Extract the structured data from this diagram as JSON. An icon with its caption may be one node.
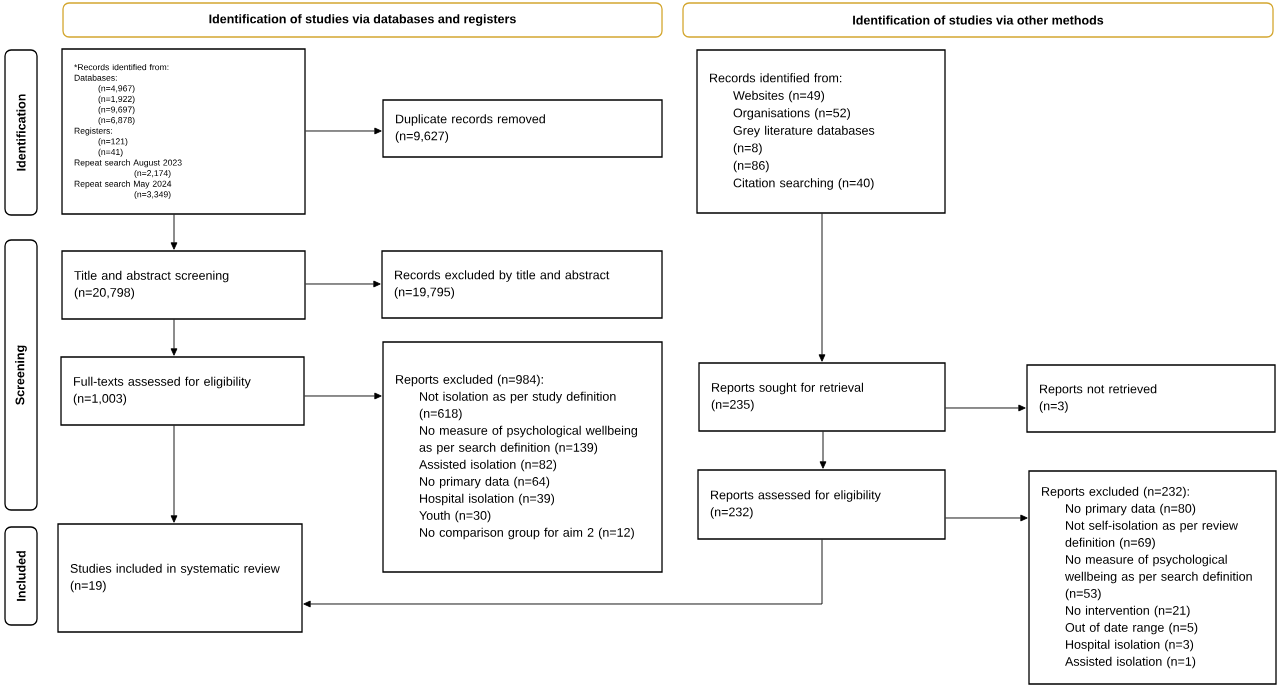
{
  "diagram": {
    "nodes": [
      {
        "text": [
          "Identification of studies via databases and registers"
        ]
      },
      {
        "text": [
          "Identification of studies via other methods"
        ]
      },
      {
        "text": [
          "Identification"
        ]
      },
      {
        "text": [
          "Screening"
        ]
      },
      {
        "text": [
          "Included"
        ]
      },
      {
        "text": [
          "*Records identified from:",
          "Databases:",
          "(n=4,967)",
          "(n=1,922)",
          "(n=9,697)",
          "(n=6,878)",
          "Registers:",
          "(n=121)",
          "(n=41)",
          "Repeat search August 2023",
          "(n=2,174)",
          "Repeat search May 2024",
          "(n=3,349)"
        ]
      },
      {
        "text": [
          "Duplicate records removed",
          "(n=9,627)"
        ]
      },
      {
        "text": [
          "Records identified from:",
          "Websites (n=49)",
          "Organisations (n=52)",
          "Grey literature databases",
          "(n=8)",
          "(n=86)",
          "Citation searching (n=40)"
        ]
      },
      {
        "text": [
          "Title and abstract screening",
          "(n=20,798)"
        ]
      },
      {
        "text": [
          "Records excluded by title and abstract",
          "(n=19,795)"
        ]
      },
      {
        "text": [
          "Full-texts assessed for eligibility",
          "(n=1,003)"
        ]
      },
      {
        "text": [
          "Reports excluded (n=984):",
          "Not isolation as per study definition (n=618)",
          "No measure of psychological wellbeing as per search definition (n=139)",
          "Assisted isolation (n=82)",
          "No primary data (n=64)",
          "Hospital isolation (n=39)",
          "Youth (n=30)",
          "No comparison group for aim 2 (n=12)"
        ]
      },
      {
        "text": [
          "Reports sought for retrieval",
          "(n=235)"
        ]
      },
      {
        "text": [
          "Reports not retrieved",
          "(n=3)"
        ]
      },
      {
        "text": [
          "Studies included in systematic review",
          "(n=19)"
        ]
      },
      {
        "text": [
          "Reports assessed for eligibility",
          "(n=232)"
        ]
      },
      {
        "text": [
          "Reports excluded (n=232):",
          "No primary data (n=80)",
          "Not self-isolation as per review definition (n=69)",
          "No measure of psychological wellbeing as per search definition (n=53)",
          "No intervention (n=21)",
          "Out of date range (n=5)",
          "Hospital isolation (n=3)",
          "Assisted isolation (n=1)"
        ]
      }
    ],
    "edges": [
      {
        "from": 5,
        "to": 6,
        "arrow": "to"
      },
      {
        "from": 5,
        "to": 8,
        "arrow": "to"
      },
      {
        "from": 8,
        "to": 9,
        "arrow": "to"
      },
      {
        "from": 8,
        "to": 10,
        "arrow": "to"
      },
      {
        "from": 10,
        "to": 11,
        "arrow": "to"
      },
      {
        "from": 10,
        "to": 14,
        "arrow": "to"
      },
      {
        "from": 7,
        "to": 12,
        "arrow": "to"
      },
      {
        "from": 12,
        "to": 13,
        "arrow": "to"
      },
      {
        "from": 12,
        "to": 15,
        "arrow": "to"
      },
      {
        "from": 15,
        "to": 14,
        "arrow": "to"
      },
      {
        "from": 15,
        "to": 16,
        "arrow": "to"
      }
    ]
  }
}
